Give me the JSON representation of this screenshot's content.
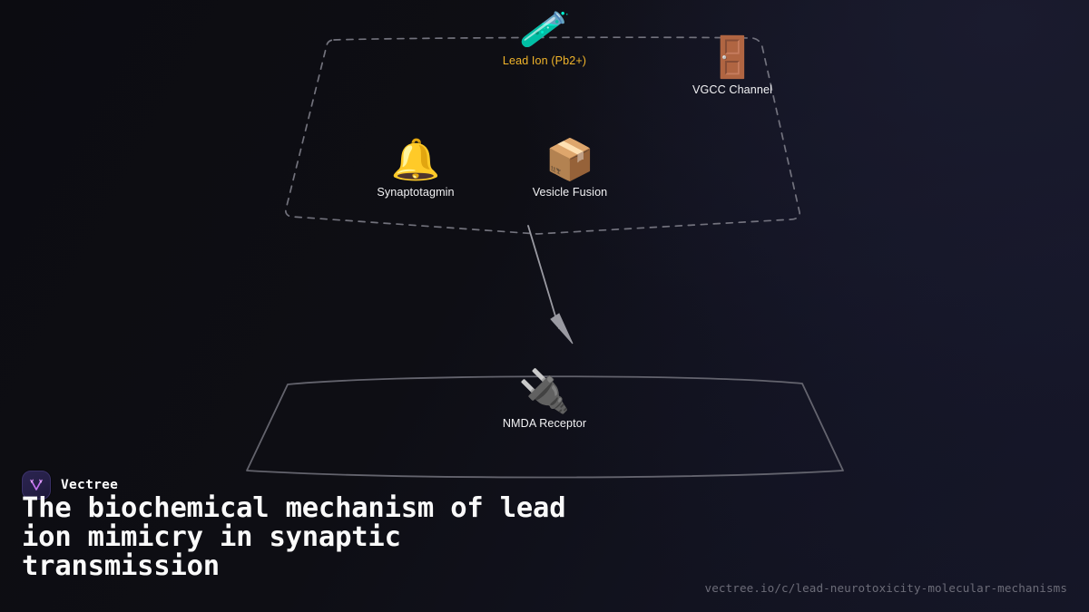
{
  "brand": {
    "name": "Vectree",
    "logo_icon": "vectree-v-logo-icon",
    "badge_color": "#2b2450",
    "mark_color": "#c472f0"
  },
  "headline": "The biochemical mechanism of lead\nion mimicry in synaptic\ntransmission",
  "permalink": "vectree.io/c/lead-neurotoxicity-molecular-mechanisms",
  "theme": {
    "background_dark": "#0c0c11",
    "background_navy": "#16172a",
    "label_color": "#f2f2f4",
    "accent_color": "#f0b42a",
    "dashed_stroke": "#7b7b86",
    "solid_stroke": "#6d6d77",
    "arrow_color": "#9a9aa2",
    "permalink_color": "#6c6c78"
  },
  "diagram": {
    "regions": [
      {
        "id": "presynaptic-terminal",
        "style": "dashed",
        "stroke": "#7b7b86",
        "dash": "7 7"
      },
      {
        "id": "postsynaptic-membrane",
        "style": "solid",
        "stroke": "#6d6d77"
      }
    ],
    "nodes": [
      {
        "id": "lead-ion",
        "label": "Lead Ion (Pb2+)",
        "icon": "test-tube-icon",
        "glyph": "🧪",
        "accent": true
      },
      {
        "id": "vgcc-channel",
        "label": "VGCC Channel",
        "icon": "door-icon",
        "glyph": "🚪",
        "accent": false
      },
      {
        "id": "synaptotagmin",
        "label": "Synaptotagmin",
        "icon": "bell-icon",
        "glyph": "🔔",
        "accent": false
      },
      {
        "id": "vesicle-fusion",
        "label": "Vesicle Fusion",
        "icon": "package-icon",
        "glyph": "📦",
        "accent": false
      },
      {
        "id": "nmda-receptor",
        "label": "NMDA Receptor",
        "icon": "electric-plug-icon",
        "glyph": "🔌",
        "accent": false
      }
    ],
    "connections": [
      {
        "id": "terminal-to-receptor",
        "from": "presynaptic-terminal",
        "to": "nmda-receptor",
        "style": "arrow"
      }
    ]
  }
}
